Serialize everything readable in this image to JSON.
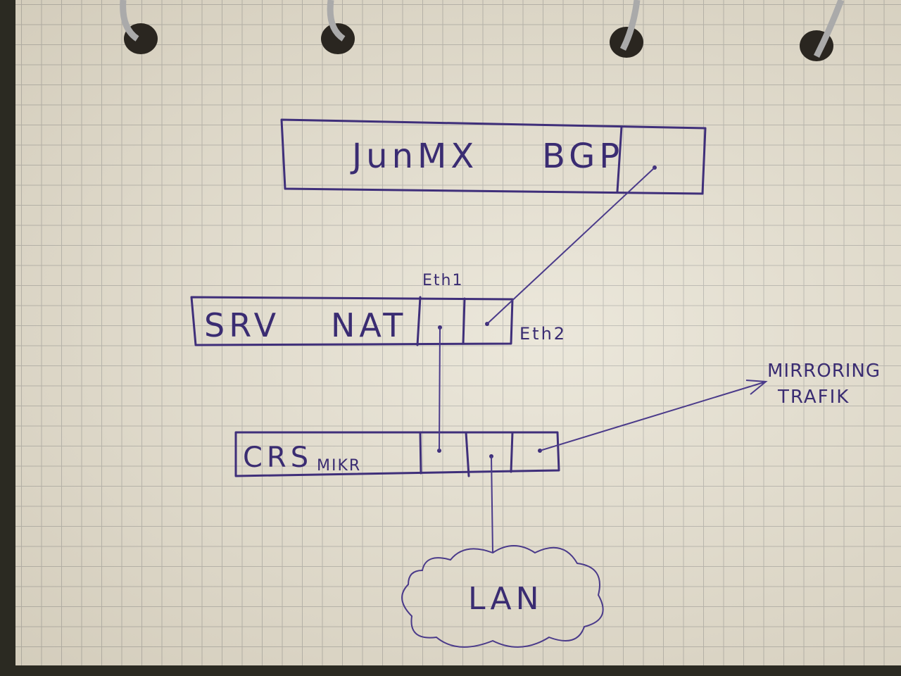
{
  "nodes": {
    "router": {
      "label": "JunMX",
      "role": "BGP"
    },
    "server": {
      "label": "SRV",
      "role": "NAT",
      "ports": [
        "Eth1",
        "Eth2"
      ]
    },
    "switch": {
      "label": "CRS",
      "sub": "MIKR"
    },
    "mirror": {
      "line1": "MIRRORING",
      "line2": "TRAFIK"
    },
    "lan": {
      "label": "LAN"
    }
  },
  "colors": {
    "ink": "#3f2f7a",
    "paper": "#e8e4d8",
    "grid": "#b9b8b3"
  }
}
